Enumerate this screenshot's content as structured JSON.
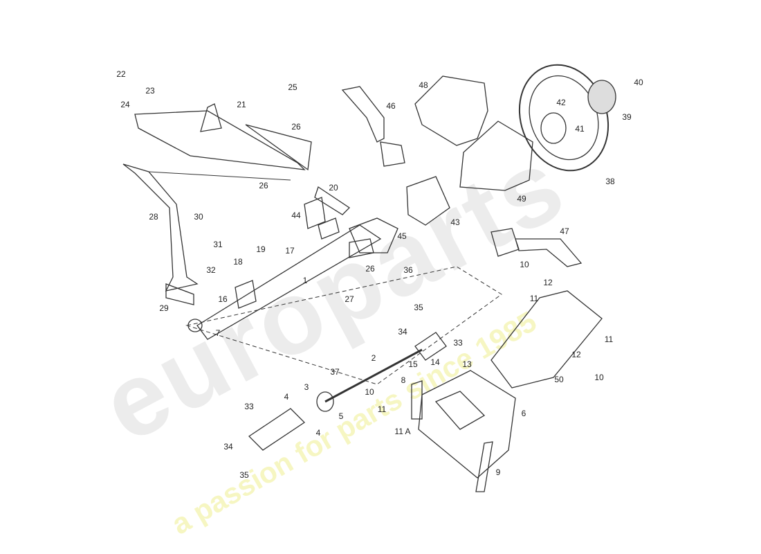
{
  "diagram": {
    "title": "Steering column assembly exploded view",
    "watermark": {
      "brand": "europarts",
      "tagline": "a passion for parts since 1985"
    },
    "labels": [
      "22",
      "23",
      "24",
      "21",
      "25",
      "26",
      "26",
      "20",
      "28",
      "30",
      "31",
      "32",
      "44",
      "19",
      "17",
      "18",
      "45",
      "36",
      "26",
      "1",
      "27",
      "16",
      "29",
      "7",
      "46",
      "48",
      "43",
      "49",
      "42",
      "41",
      "39",
      "40",
      "38",
      "47",
      "10",
      "12",
      "11",
      "35",
      "34",
      "33",
      "37",
      "2",
      "15",
      "14",
      "13",
      "8",
      "3",
      "4",
      "5",
      "4",
      "10",
      "11",
      "11 A",
      "6",
      "9",
      "33",
      "34",
      "35",
      "12",
      "11",
      "10",
      "50"
    ]
  }
}
